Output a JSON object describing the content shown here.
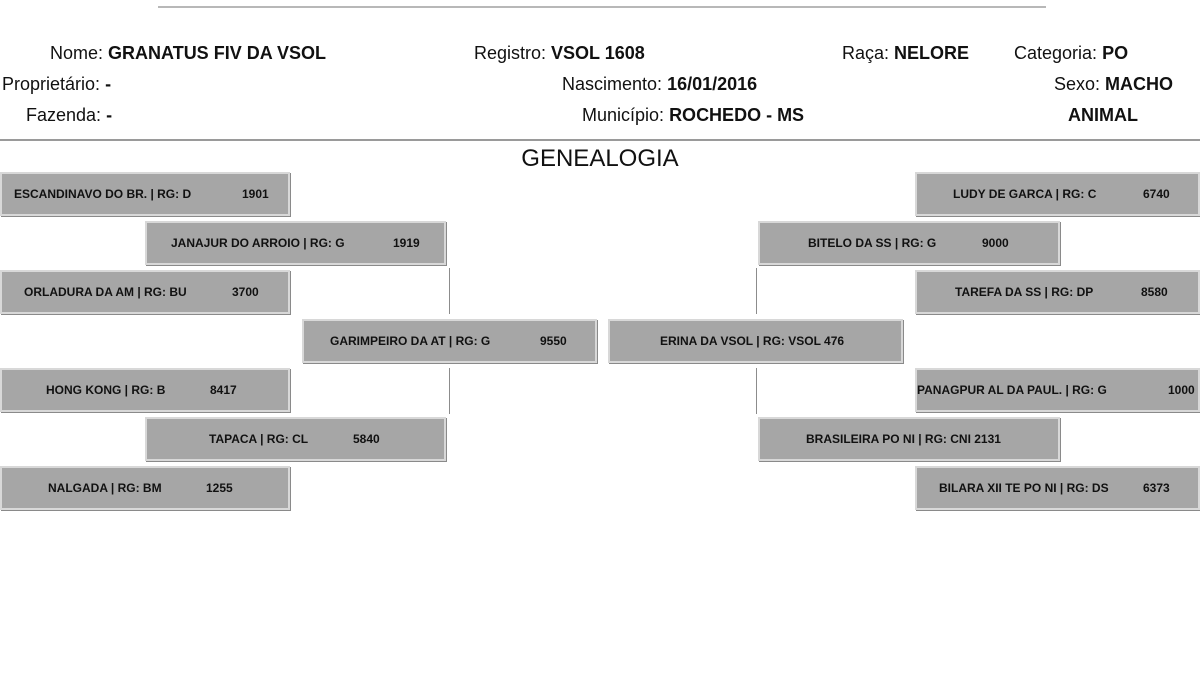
{
  "header": {
    "nome": {
      "label": "Nome:",
      "value": "GRANATUS FIV DA VSOL"
    },
    "registro": {
      "label": "Registro:",
      "value": "VSOL 1608"
    },
    "raca": {
      "label": "Raça:",
      "value": "NELORE"
    },
    "categoria": {
      "label": "Categoria:",
      "value": "PO"
    },
    "proprietario": {
      "label": "Proprietário:",
      "value": "-"
    },
    "nascimento": {
      "label": "Nascimento:",
      "value": "16/01/2016"
    },
    "sexo": {
      "label": "Sexo:",
      "value": "MACHO"
    },
    "fazenda": {
      "label": "Fazenda:",
      "value": "-"
    },
    "municipio": {
      "label": "Município:",
      "value": "ROCHEDO - MS"
    },
    "animal": "ANIMAL"
  },
  "genealogy_title": "GENEALOGIA",
  "sire_side": {
    "sire": {
      "name": "GARIMPEIRO DA AT | RG: G",
      "rg": "9550"
    },
    "grandsire": {
      "name": "JANAJUR DO ARROIO | RG: G",
      "rg": "1919"
    },
    "great_grandsire": {
      "name": "ESCANDINAVO DO BR. | RG: D",
      "rg": "1901"
    },
    "great_granddam": {
      "name": "ORLADURA DA AM | RG: BU",
      "rg": "3700"
    },
    "granddam": {
      "name": "TAPACA | RG: CL",
      "rg": "5840"
    },
    "great_grandsire_2": {
      "name": "HONG KONG | RG: B",
      "rg": "8417"
    },
    "great_granddam_2": {
      "name": "NALGADA | RG: BM",
      "rg": "1255"
    }
  },
  "dam_side": {
    "dam": {
      "name": "ERINA DA VSOL | RG: VSOL 476",
      "rg": ""
    },
    "grandsire": {
      "name": "BITELO DA SS | RG: G",
      "rg": "9000"
    },
    "great_grandsire": {
      "name": "LUDY DE GARCA | RG: C",
      "rg": "6740"
    },
    "great_granddam": {
      "name": "TAREFA DA SS | RG: DP",
      "rg": "8580"
    },
    "granddam": {
      "name": "BRASILEIRA PO NI | RG: CNI 2131",
      "rg": ""
    },
    "great_grandsire_2": {
      "name": "PANAGPUR AL DA PAUL. | RG: G",
      "rg": "1000"
    },
    "great_granddam_2": {
      "name": "BILARA XII TE PO NI | RG: DS",
      "rg": "6373"
    }
  }
}
